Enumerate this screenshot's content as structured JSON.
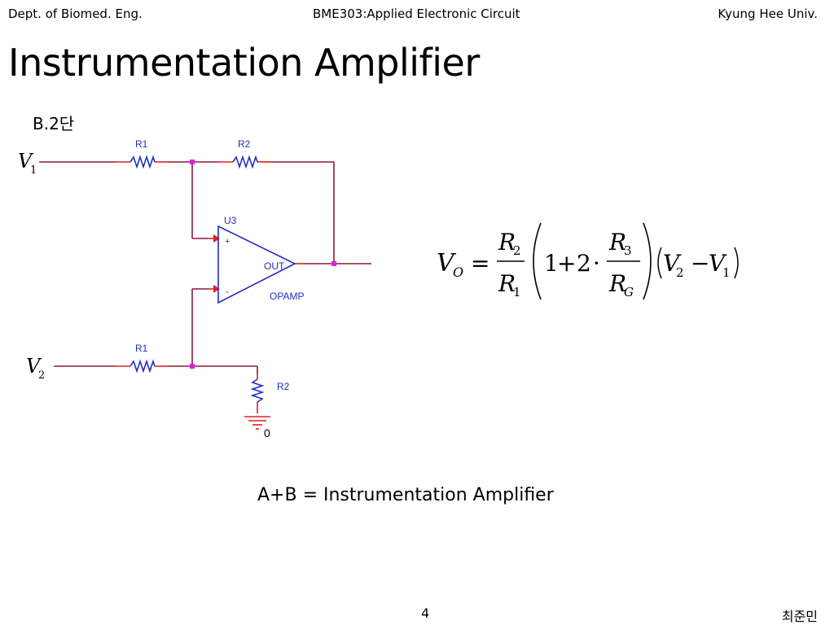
{
  "header": {
    "left": "Dept. of Biomed. Eng.",
    "center": "BME303:Applied Electronic Circuit",
    "right": "Kyung Hee Univ."
  },
  "title": "Instrumentation Amplifier",
  "subtitle": "B.2단",
  "circuit": {
    "input1_var": "V",
    "input1_sub": "1",
    "input2_var": "V",
    "input2_sub": "2",
    "r1_top_label": "R1",
    "r2_top_label": "R2",
    "r1_bottom_label": "R1",
    "r2_bottom_label": "R2",
    "opamp_ref": "U3",
    "opamp_plus": "+",
    "opamp_minus": "-",
    "opamp_out": "OUT",
    "opamp_name": "OPAMP",
    "ground_label": "0",
    "wire_color": "#8b1a3a",
    "component_color": "#1f2fbf",
    "pin_color": "#e02020",
    "node_color": "#e020e0"
  },
  "formula": {
    "lhs": "V",
    "lhs_sub": "O",
    "equals": "=",
    "frac1_num": "R",
    "frac1_num_sub": "2",
    "frac1_den": "R",
    "frac1_den_sub": "1",
    "one": "1",
    "plus": "+",
    "two": "2",
    "dot": "·",
    "frac2_num": "R",
    "frac2_num_sub": "3",
    "frac2_den": "R",
    "frac2_den_sub": "G",
    "v2": "V",
    "v2_sub": "2",
    "minus": "−",
    "v1": "V",
    "v1_sub": "1"
  },
  "caption": "A+B = Instrumentation Amplifier",
  "footer": {
    "page_number": "4",
    "author": "최준민"
  }
}
